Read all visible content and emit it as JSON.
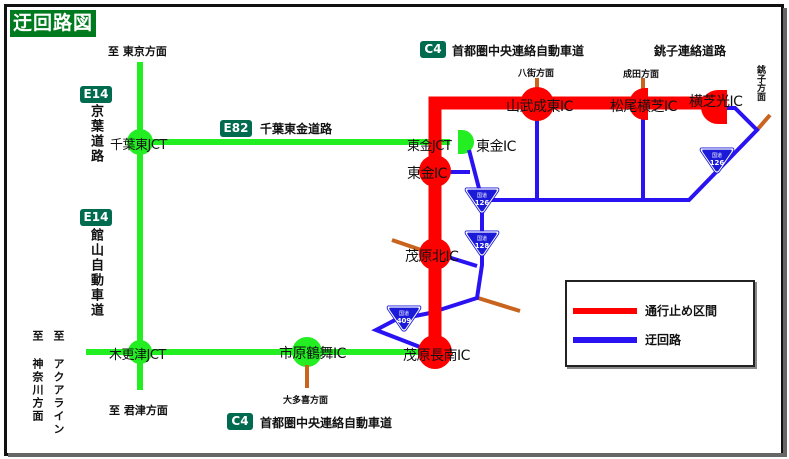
{
  "title": "迂回路図",
  "colors": {
    "title_bg": "#007a1e",
    "closed": "#ff0000",
    "detour": "#2a13f2",
    "open_road": "#22ee22",
    "branch": "#c8641e",
    "route_code_bg": "#006b4e",
    "national_route_shield": "#1a1ad8"
  },
  "roads": {
    "e14_keiyo": {
      "code": "E14",
      "name": "京葉道路"
    },
    "e14_tateyama": {
      "code": "E14",
      "name": "館山自動車道"
    },
    "e82": {
      "code": "E82",
      "name": "千葉東金道路"
    },
    "c4_top": {
      "code": "C4",
      "name": "首都圏中央連絡自動車道"
    },
    "c4_bottom": {
      "code": "C4",
      "name": "首都圏中央連絡自動車道"
    },
    "choshi": {
      "name": "銚子連絡道路"
    }
  },
  "directions": {
    "tokyo": "至 東京方面",
    "kimitsu": "至 君津方面",
    "kanagawa": "至 神奈川方面",
    "aqualine": "至 アクアライン",
    "yachimata": "八街方面",
    "narita": "成田方面",
    "choshi": "銚子方面",
    "otaki": "大多喜方面"
  },
  "nodes": {
    "chiba_higashi_jct": "千葉東JCT",
    "kisarazu_jct": "木更津JCT",
    "ichihara_tsurumai": "市原鶴舞IC",
    "mobara_chonan": "茂原長南IC",
    "mobara_kita": "茂原北IC",
    "togane_ic_c4": "東金IC",
    "togane_jct": "東金JCT",
    "togane_ic_e82": "東金IC",
    "sanmu_naruto": "山武成東IC",
    "matsuo_yokoshiba": "松尾横芝IC",
    "yokoshibahikari": "横芝光IC"
  },
  "national_routes": [
    {
      "label": "国道",
      "number": "126"
    },
    {
      "label": "国道",
      "number": "128"
    },
    {
      "label": "国道",
      "number": "409"
    },
    {
      "label": "国道",
      "number": "126"
    }
  ],
  "legend": {
    "items": [
      {
        "label": "通行止め区間",
        "type": "closed"
      },
      {
        "label": "迂回路",
        "type": "detour"
      }
    ]
  }
}
